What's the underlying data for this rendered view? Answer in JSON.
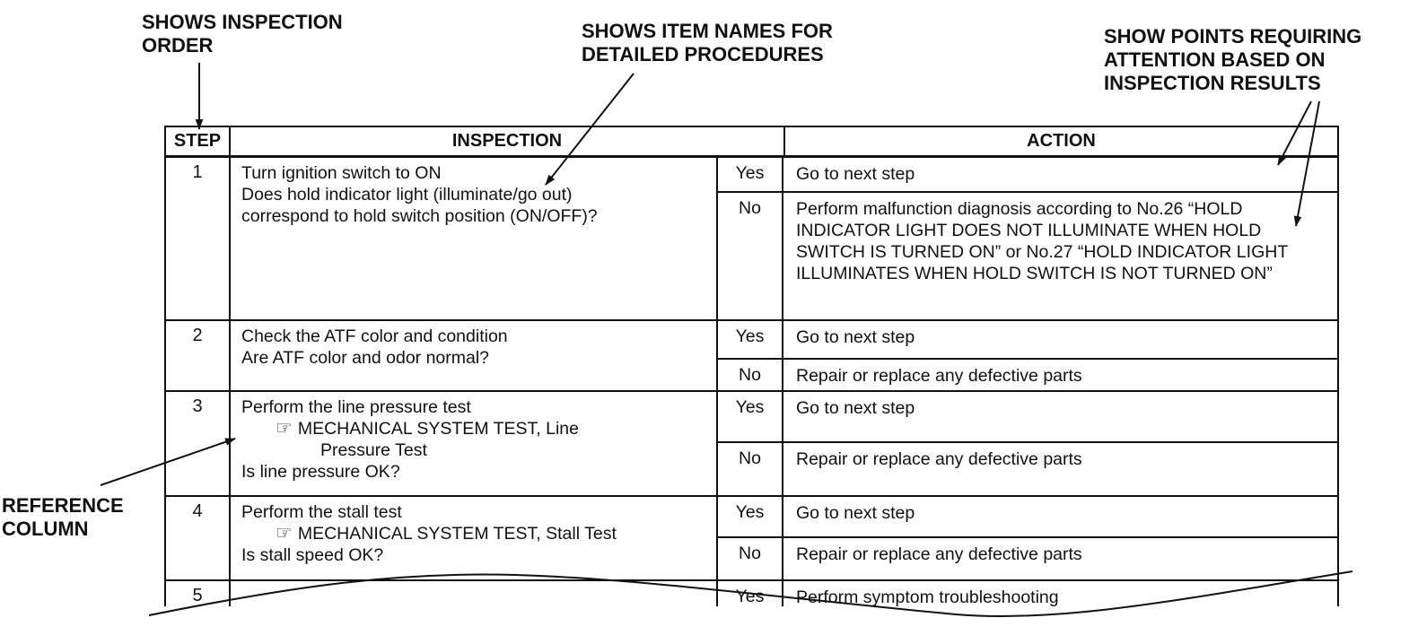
{
  "document_type": "service-manual troubleshooting flow table",
  "annotations": {
    "inspection_order": "SHOWS INSPECTION\nORDER",
    "item_names": "SHOWS ITEM NAMES FOR\nDETAILED PROCEDURES",
    "attention": "SHOW POINTS REQUIRING\nATTENTION BASED ON\nINSPECTION RESULTS",
    "reference_column": "REFERENCE\nCOLUMN"
  },
  "table": {
    "reference_icon": "☞",
    "headers": {
      "step": "STEP",
      "inspection": "INSPECTION",
      "action": "ACTION"
    },
    "rows": [
      {
        "step": "1",
        "lines": [
          "Turn ignition switch to ON",
          "Does hold indicator light (illuminate/go out)",
          "correspond to hold switch position (ON/OFF)?"
        ],
        "results": [
          {
            "label": "Yes",
            "action": "Go to next step"
          },
          {
            "label": "No",
            "action": "Perform malfunction diagnosis according to No.26 “HOLD INDICATOR LIGHT DOES NOT ILLUMINATE WHEN HOLD SWITCH IS TURNED ON” or No.27 “HOLD INDICATOR LIGHT ILLUMINATES WHEN HOLD SWITCH IS NOT TURNED ON”"
          }
        ]
      },
      {
        "step": "2",
        "lines": [
          "Check the ATF color and condition",
          "Are ATF color and odor normal?"
        ],
        "results": [
          {
            "label": "Yes",
            "action": "Go to next step"
          },
          {
            "label": "No",
            "action": "Repair or replace any defective parts"
          }
        ]
      },
      {
        "step": "3",
        "lines": [
          "Perform the line pressure test",
          "MECHANICAL SYSTEM TEST, Line",
          "Pressure Test",
          "Is line pressure OK?"
        ],
        "results": [
          {
            "label": "Yes",
            "action": "Go to next step"
          },
          {
            "label": "No",
            "action": "Repair or replace any defective parts"
          }
        ]
      },
      {
        "step": "4",
        "lines": [
          "Perform the stall test",
          "MECHANICAL SYSTEM TEST, Stall Test",
          "Is stall speed OK?"
        ],
        "results": [
          {
            "label": "Yes",
            "action": "Go to next step"
          },
          {
            "label": "No",
            "action": "Repair or replace any defective parts"
          }
        ]
      },
      {
        "step": "5",
        "lines": [],
        "results": [
          {
            "label": "Yes",
            "action": "Perform symptom troubleshooting"
          }
        ]
      }
    ]
  },
  "colors": {
    "ink": "#111111",
    "paper": "#ffffff"
  }
}
